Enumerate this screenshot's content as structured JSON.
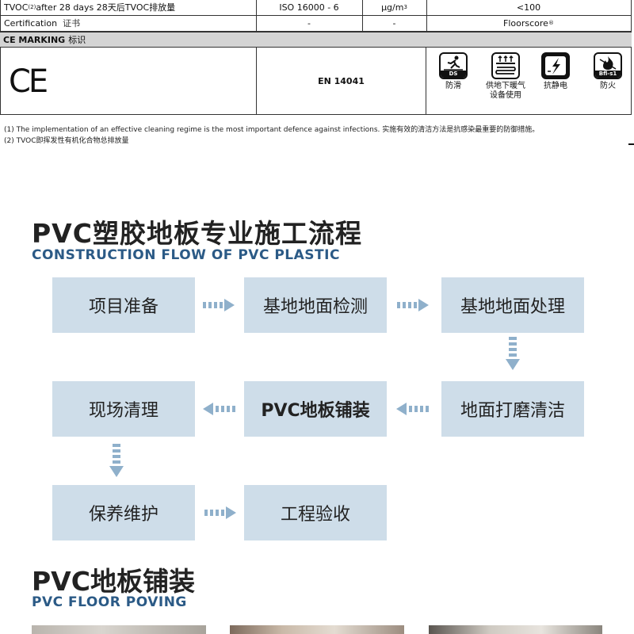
{
  "spec_table": {
    "tvoc_row": {
      "label_pre": "TVOC",
      "label_sub": "(2)",
      "label_post": " after 28 days 28天后TVOC排放量",
      "standard": "ISO 16000 - 6",
      "unit_base": "µg/m",
      "unit_sup": "3",
      "value": "<100"
    },
    "cert_row": {
      "label_en": "Certification",
      "label_cn": "证书",
      "standard": "-",
      "unit": "-",
      "value_base": "Floorscore",
      "value_sup": "®"
    },
    "ce_bar": {
      "label_en": "CE MARKING",
      "label_cn": "标识"
    },
    "ce_row": {
      "mark": "CE",
      "standard": "EN 14041",
      "badges": [
        {
          "icon": "slip-resistance-icon",
          "strip": "DS",
          "label": "防滑"
        },
        {
          "icon": "underfloor-heating-icon",
          "strip": "",
          "label": "供地下暖气\n设备使用"
        },
        {
          "icon": "antistatic-icon",
          "strip": "",
          "label": "抗静电"
        },
        {
          "icon": "fire-resistance-icon",
          "strip": "Bfl-s1",
          "label": "防火"
        }
      ]
    }
  },
  "notes": [
    "(1) The implementation of an effective cleaning regime is the most important defence against infections. 实施有效的清洁方法是抗感染最重要的防御措施。",
    "(2) TVOC即挥发性有机化合物总排放量"
  ],
  "flow": {
    "title": "PVC塑胶地板专业施工流程",
    "subtitle": "CONSTRUCTION FLOW OF PVC PLASTIC",
    "steps": [
      "项目准备",
      "基地地面检测",
      "基地地面处理",
      "地面打磨清洁",
      "PVC地板铺装",
      "现场清理",
      "保养维护",
      "工程验收"
    ]
  },
  "paving": {
    "title": "PVC地板铺装",
    "subtitle": "PVC FLOOR POVING"
  },
  "colors": {
    "box_bg": "#cedde9",
    "arrow": "#8fb0cb",
    "subtitle": "#2b5a86"
  }
}
